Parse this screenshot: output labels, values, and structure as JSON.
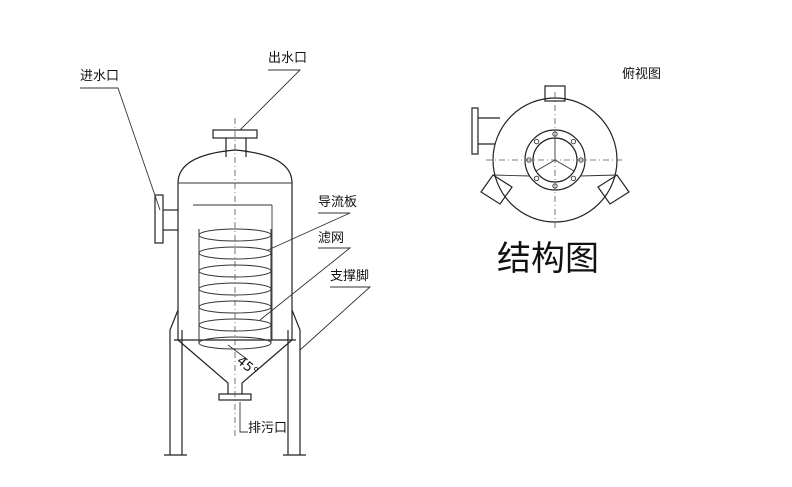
{
  "labels": {
    "inlet": "进水口",
    "outlet": "出水口",
    "top_view": "俯视图",
    "baffle": "导流板",
    "filter_screen": "滤网",
    "support_leg": "支撑脚",
    "drain": "排污口",
    "angle_mark": "45°"
  },
  "title": "结构图"
}
